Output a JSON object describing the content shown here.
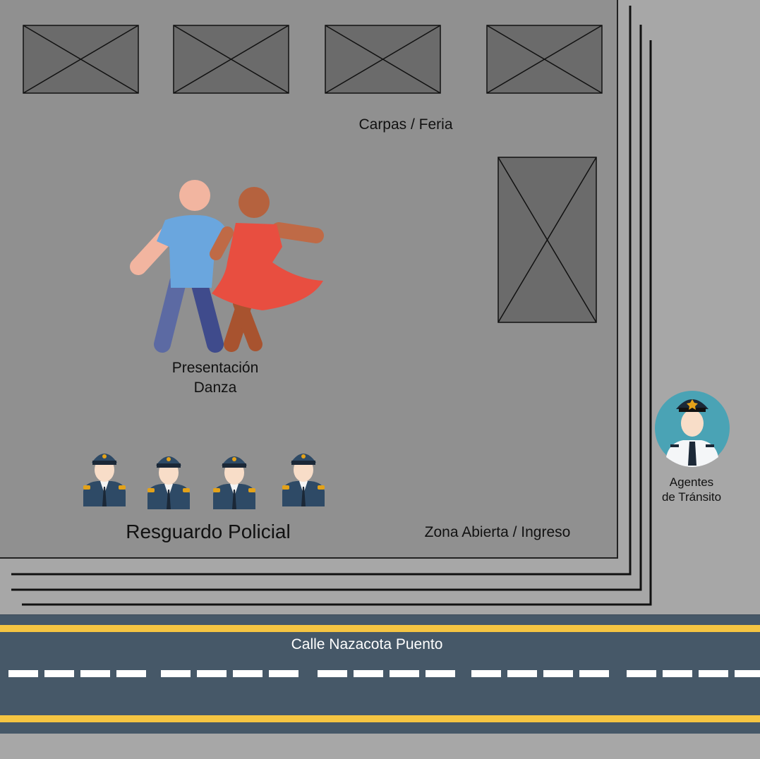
{
  "labels": {
    "carpas": "Carpas / Feria",
    "danza_line1": "Presentación",
    "danza_line2": "Danza",
    "resguardo": "Resguardo Policial",
    "zona": "Zona Abierta / Ingreso",
    "agentes_line1": "Agentes",
    "agentes_line2": "de Tránsito",
    "calle": "Calle Nazacota Puento"
  },
  "icons": {
    "tent": "tent-icon",
    "dancers": "dancers-icon",
    "police": "police-officer-icon",
    "traffic_agent": "traffic-agent-icon"
  },
  "colors": {
    "plaza": "#909090",
    "sidewalk": "#a7a7a7",
    "road": "#465868",
    "road_edge_line": "#f5c542",
    "road_center_line": "#ffffff",
    "tent": "#6b6b6b"
  }
}
